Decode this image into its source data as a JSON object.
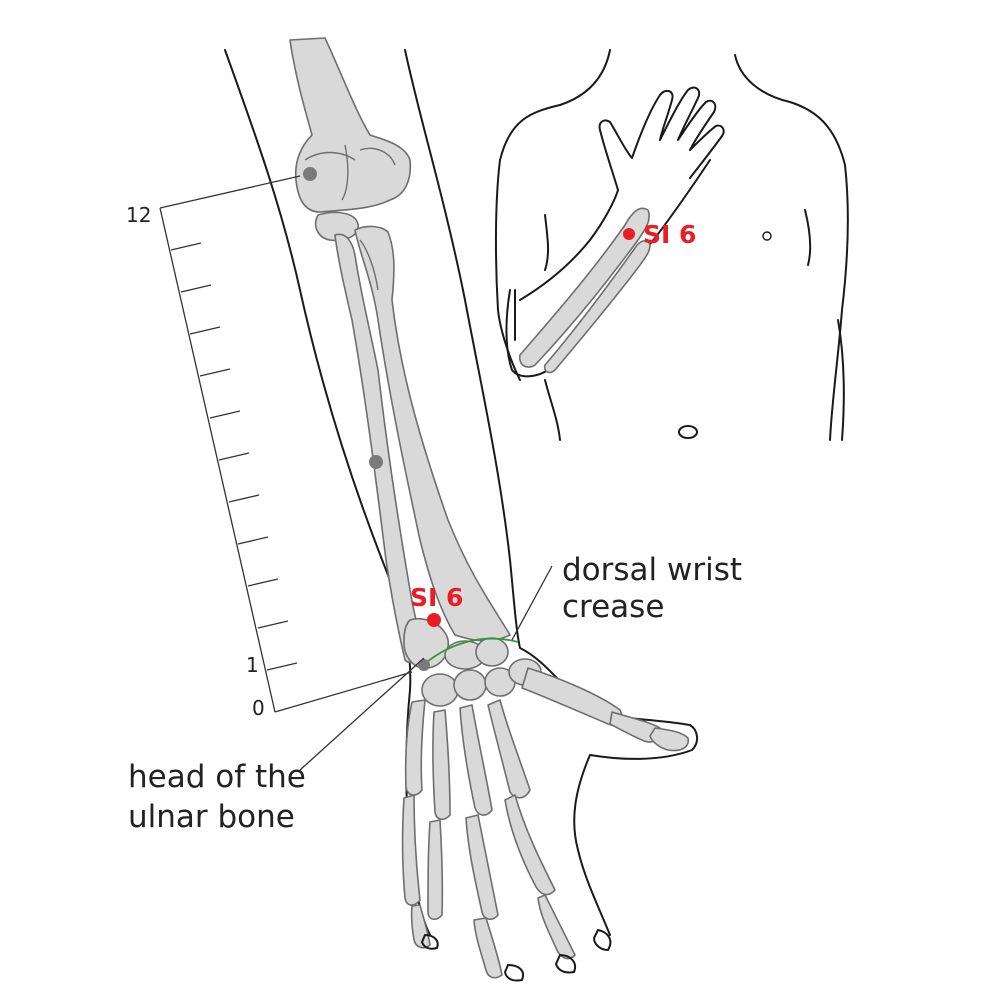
{
  "figure": {
    "acupoint_label_main": "SI 6",
    "acupoint_label_inset": "SI 6",
    "label_dorsal_wrist_crease_line1": "dorsal wrist",
    "label_dorsal_wrist_crease_line2": "crease",
    "label_ulnar_head_line1": "head of the",
    "label_ulnar_head_line2": "ulnar bone",
    "scale_top": "12",
    "scale_mark": "1",
    "scale_zero": "0"
  },
  "colors": {
    "acupoint": "#ea1c24",
    "landmark": "#7a7a7a",
    "bone_fill": "#d9d9d9",
    "wrist_crease": "#2e9b3a",
    "outline": "#1a1a1a"
  }
}
